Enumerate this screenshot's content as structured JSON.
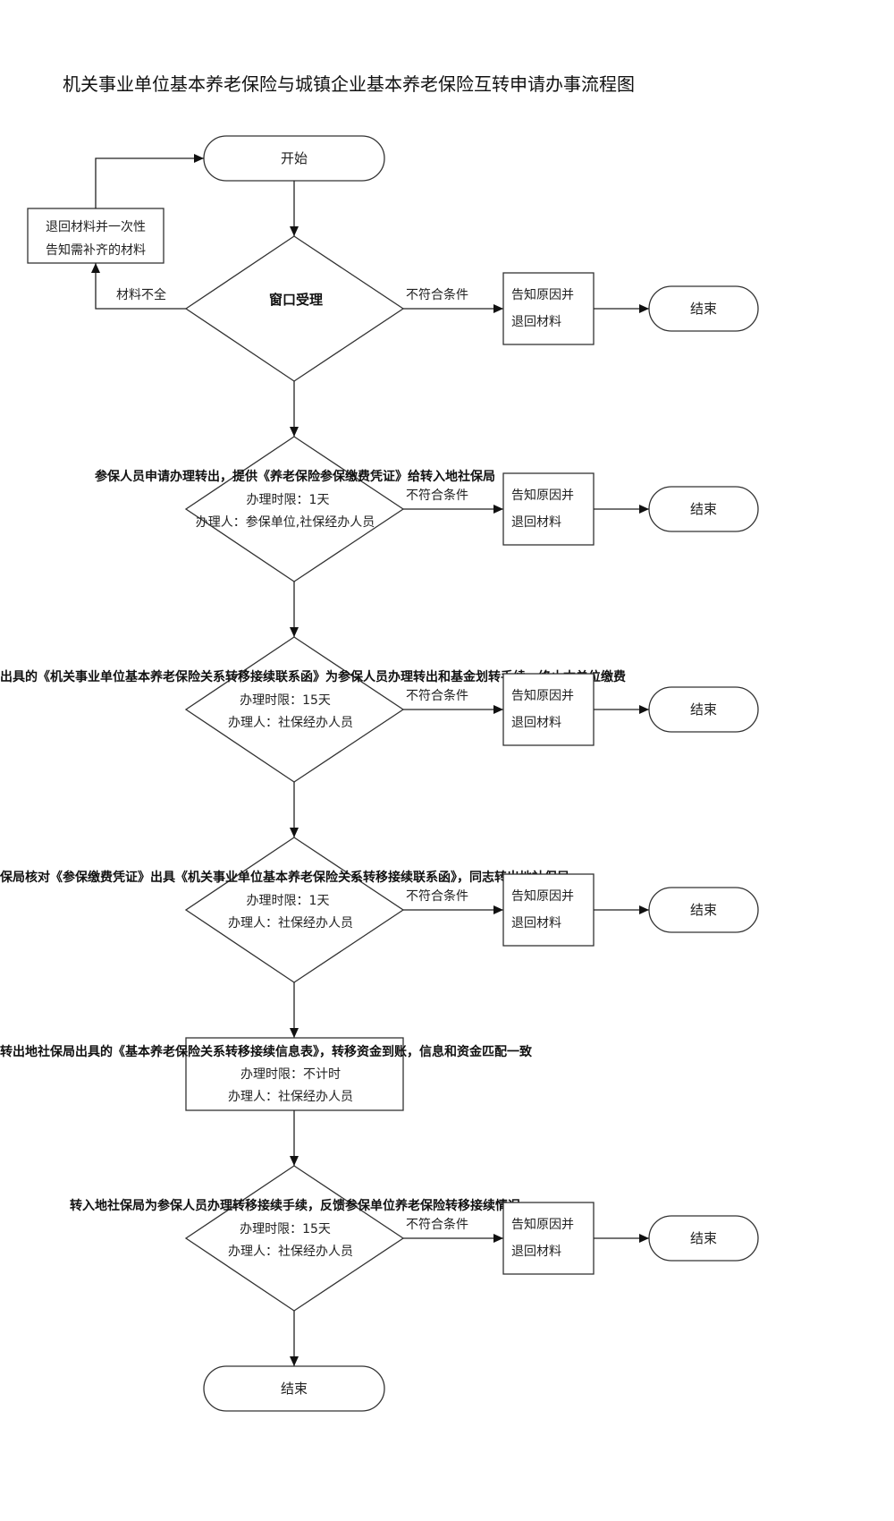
{
  "title": "机关事业单位基本养老保险与城镇企业基本养老保险互转申请办事流程图",
  "start_label": "开始",
  "return_box": [
    "退回材料并一次性",
    "告知需补齐的材料"
  ],
  "window_accept": "窗口受理",
  "incomplete_label": "材料不全",
  "not_qualified_label": "不符合条件",
  "reason_box": [
    "告知原因并",
    "退回材料"
  ],
  "end_label": "结束",
  "steps": [
    {
      "text": "参保人员申请办理转出，提供《养老保险参保缴费凭证》给转入地社保局",
      "limit": "办理时限：1天",
      "handler": "办理人：参保单位,社保经办人员"
    },
    {
      "text": "出具的《机关事业单位基本养老保险关系转移接续联系函》为参保人员办理转出和基金划转手续，终止本单位缴费",
      "limit": "办理时限：15天",
      "handler": "办理人：社保经办人员"
    },
    {
      "text": "保局核对《参保缴费凭证》出具《机关事业单位基本养老保险关系转移接续联系函》，同志转出地社保局",
      "limit": "办理时限：1天",
      "handler": "办理人：社保经办人员"
    },
    {
      "text": "转出地社保局出具的《基本养老保险关系转移接续信息表》，转移资金到账，信息和资金匹配一致",
      "limit": "办理时限：不计时",
      "handler": "办理人：社保经办人员"
    },
    {
      "text": "转入地社保局为参保人员办理转移接续手续，反馈参保单位养老保险转移接续情况",
      "limit": "办理时限：15天",
      "handler": "办理人：社保经办人员"
    }
  ],
  "final_end_label": "结束"
}
